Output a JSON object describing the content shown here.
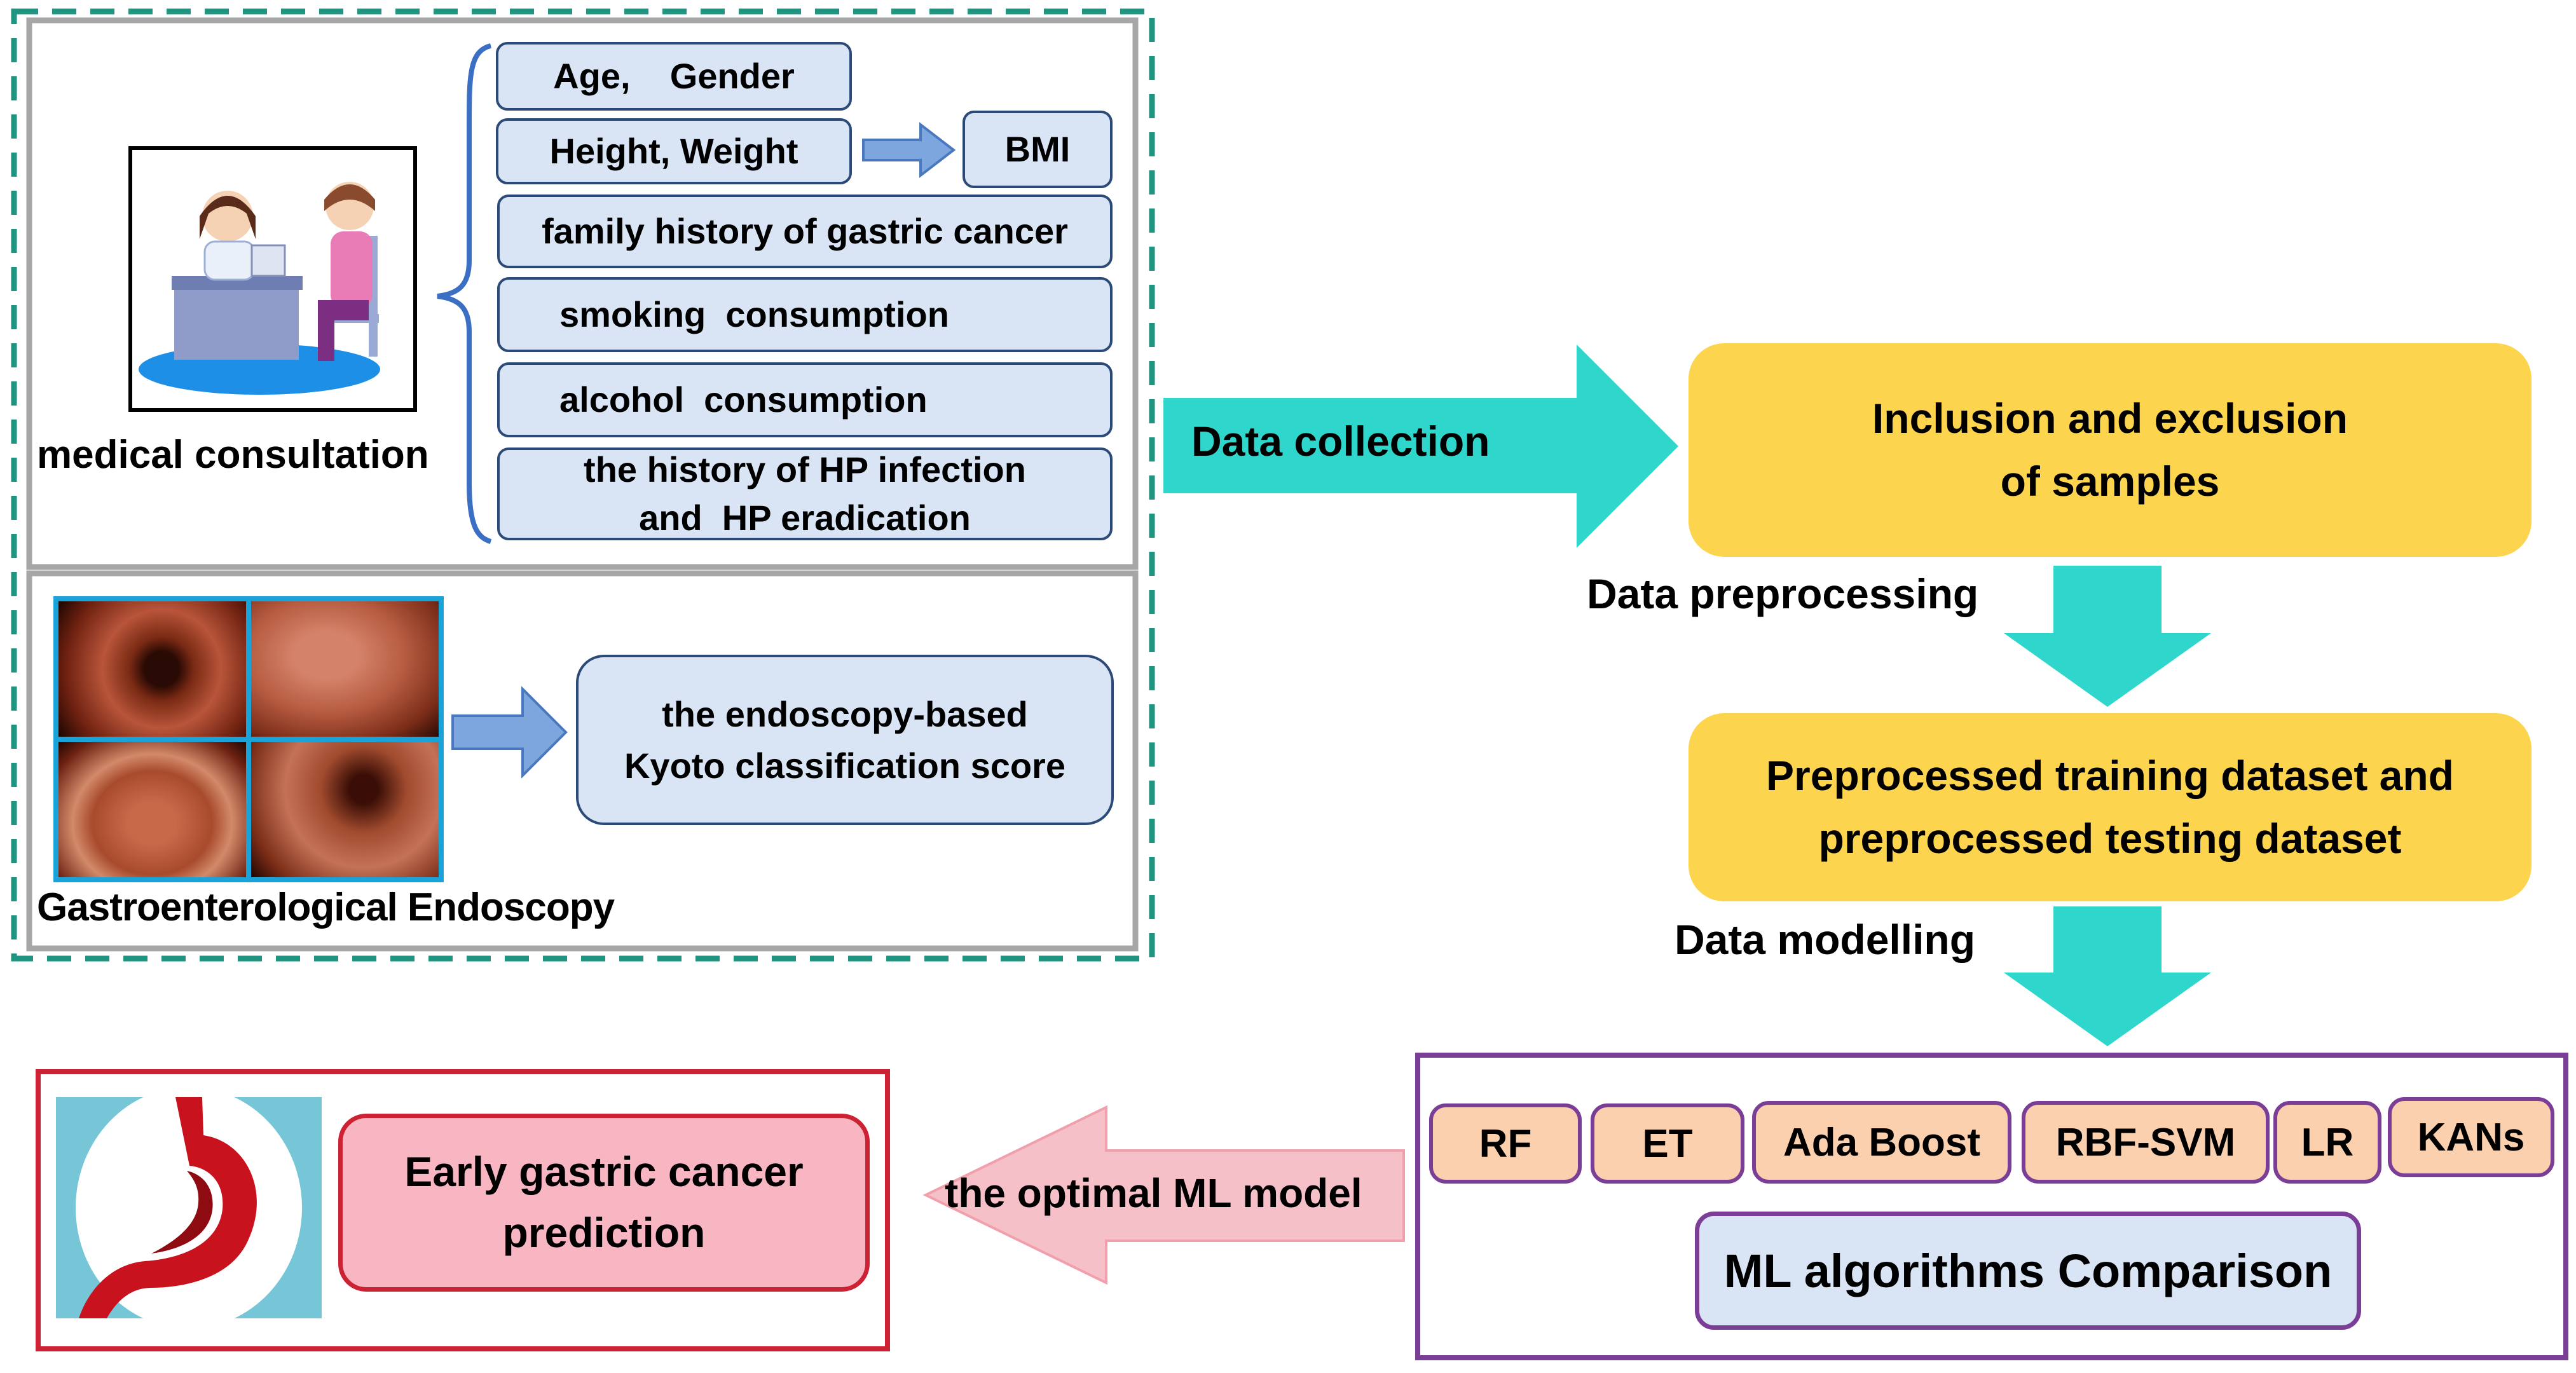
{
  "collection": {
    "consult_label": "medical consultation",
    "features": {
      "age_gender": "Age,    Gender",
      "height_weight": "Height, Weight",
      "bmi": "BMI",
      "family_history": "family history of gastric cancer",
      "smoking": "smoking  consumption",
      "alcohol": "alcohol  consumption",
      "hp_line1": "the history of HP infection",
      "hp_line2": "and  HP eradication"
    },
    "endoscopy_label": "Gastroenterological Endoscopy",
    "kyoto_line1": "the endoscopy-based",
    "kyoto_line2": "Kyoto classification score"
  },
  "flow": {
    "data_collection": "Data collection",
    "inclusion_line1": "Inclusion and exclusion",
    "inclusion_line2": "of samples",
    "data_preprocessing": "Data preprocessing",
    "preprocessed_line1": "Preprocessed training dataset and",
    "preprocessed_line2": "preprocessed testing dataset",
    "data_modelling": "Data modelling"
  },
  "models": {
    "algorithms": [
      "RF",
      "ET",
      "Ada Boost",
      "RBF-SVM",
      "LR",
      "KANs"
    ],
    "comparison": "ML algorithms Comparison"
  },
  "output": {
    "optimal_model": "the optimal ML model",
    "prediction_line1": "Early gastric cancer",
    "prediction_line2": "prediction"
  },
  "colors": {
    "teal_dashed_border": "#1f9480",
    "feature_fill": "#d9e5f5",
    "flow_arrow": "#2fd6cc",
    "yellow_box": "#fcd44e",
    "algo_fill": "#fbd0ae",
    "algo_border": "#7a3e97",
    "comparison_fill": "#d9e5f5",
    "prediction_fill": "#f7b6c2",
    "prediction_border": "#cc2233",
    "left_arrow_fill": "#f6c0c8"
  }
}
